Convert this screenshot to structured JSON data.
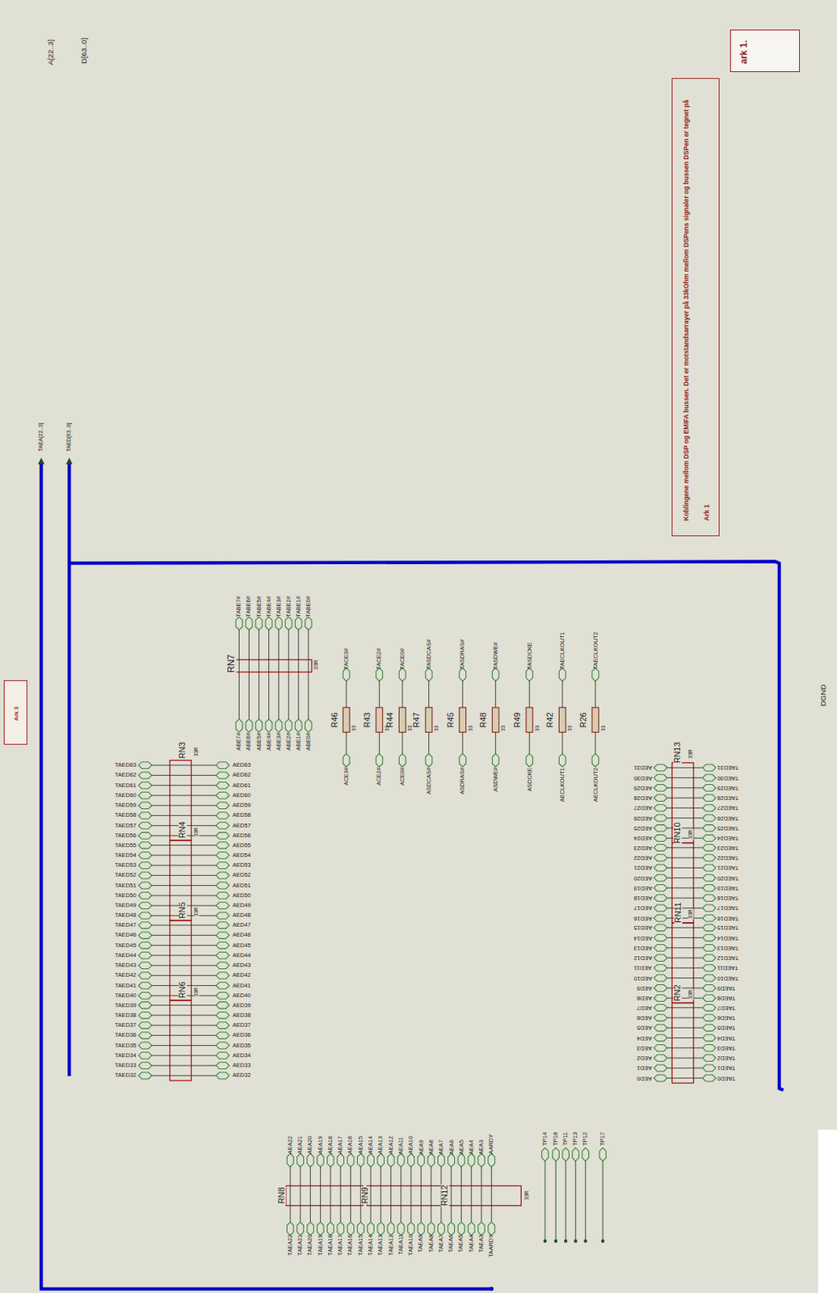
{
  "diagram": {
    "nodes": [
      {
        "text": [
          "ark 1."
        ]
      },
      {
        "text": [
          "Koblingene mellom DSP og EMIFA bussen. Det er motstandsarrayer på 33kOhm mellom DSPens signaler og bussen DSPen er tegnet på Ark 1"
        ]
      },
      {
        "text": [
          "Ark 3"
        ]
      }
    ],
    "labels": [
      "A[22..3]",
      "D[63..0]",
      "TAEA[22..3]",
      "TAED[63..0]",
      "TABE7#",
      "TABE6#",
      "TABE5#",
      "TABE4#",
      "TABE3#",
      "TABE2#",
      "TABE1#",
      "TABE0#",
      "RN7",
      "33R",
      "ABE7#",
      "ABE6#",
      "ABE5#",
      "ABE4#",
      "ABE3#",
      "ABE2#",
      "ABE1#",
      "ABE0#",
      "TACE3#",
      "R46",
      "33",
      "ACE3#",
      "TACE2#",
      "R43",
      "33",
      "ACE2#",
      "TACE0#",
      "R44",
      "33",
      "ACE0#",
      "TASDCAS#",
      "R47",
      "33",
      "ASDCAS#",
      "TASDRAS#",
      "R45",
      "33",
      "ASDRAS#",
      "TASDWE#",
      "R48",
      "33",
      "ASDWE#",
      "TASDCKE",
      "R49",
      "33",
      "ASDCKE",
      "TAECLKOUT1",
      "R42",
      "33",
      "AECLKOUT1",
      "TAECLKOUT2",
      "R26",
      "33",
      "AECLKOUT2",
      "DGND",
      "RN3",
      "33R",
      "TAED63",
      "AED63",
      "TAED62",
      "AED62",
      "TAED61",
      "AED61",
      "TAED60",
      "AED60",
      "TAED59",
      "AED59",
      "TAED58",
      "AED58",
      "TAED57",
      "AED57",
      "TAED56",
      "AED56",
      "RN4",
      "33R",
      "TAED55",
      "AED55",
      "TAED54",
      "AED54",
      "TAED53",
      "AED53",
      "TAED52",
      "AED52",
      "TAED51",
      "AED51",
      "TAED50",
      "AED50",
      "TAED49",
      "AED49",
      "TAED48",
      "AED48",
      "RN5",
      "33R",
      "TAED47",
      "AED47",
      "TAED46",
      "AED46",
      "TAED45",
      "AED45",
      "TAED44",
      "AED44",
      "TAED43",
      "AED43",
      "TAED42",
      "AED42",
      "TAED41",
      "AED41",
      "TAED40",
      "AED40",
      "RN6",
      "33R",
      "TAED39",
      "AED39",
      "TAED38",
      "AED38",
      "TAED37",
      "AED37",
      "TAED36",
      "AED36",
      "TAED35",
      "AED35",
      "TAED34",
      "AED34",
      "TAED33",
      "AED33",
      "TAED32",
      "AED32",
      "RN13",
      "33R",
      "AED31",
      "TAED31",
      "AED30",
      "TAED30",
      "AED29",
      "TAED29",
      "AED28",
      "TAED28",
      "AED27",
      "TAED27",
      "AED26",
      "TAED26",
      "AED25",
      "TAED25",
      "AED24",
      "TAED24",
      "RN10",
      "33R",
      "AED23",
      "TAED23",
      "AED22",
      "TAED22",
      "AED21",
      "TAED21",
      "AED20",
      "TAED20",
      "AED19",
      "TAED19",
      "AED18",
      "TAED18",
      "AED17",
      "TAED17",
      "AED16",
      "TAED16",
      "RN11",
      "33R",
      "AED15",
      "TAED15",
      "AED14",
      "TAED14",
      "AED13",
      "TAED13",
      "AED12",
      "TAED12",
      "AED11",
      "TAED11",
      "AED10",
      "TAED10",
      "AED9",
      "TAED9",
      "AED8",
      "TAED8",
      "RN2",
      "33R",
      "AED7",
      "TAED7",
      "AED6",
      "TAED6",
      "AED5",
      "TAED5",
      "AED4",
      "TAED4",
      "AED3",
      "TAED3",
      "AED2",
      "TAED2",
      "AED1",
      "TAED1",
      "AED0",
      "TAED0",
      "AEA22",
      "AEA21",
      "AEA20",
      "AEA19",
      "AEA18",
      "AEA17",
      "AEA16",
      "AEA15",
      "AEA14",
      "AEA13",
      "AEA12",
      "AEA11",
      "AEA10",
      "AEA9",
      "AEA8",
      "AEA7",
      "AEA6",
      "AEA5",
      "AEA4",
      "AEA3",
      "AARDY",
      "RN8",
      "RN9",
      "RN12",
      "33R",
      "TAEA22",
      "TAEA21",
      "TAEA20",
      "TAEA19",
      "TAEA18",
      "TAEA17",
      "TAEA16",
      "TAEA15",
      "TAEA14",
      "TAEA13",
      "TAEA12",
      "TAEA11",
      "TAEA10",
      "TAEA9",
      "TAEA8",
      "TAEA7",
      "TAEA6",
      "TAEA5",
      "TAEA4",
      "TAEA3",
      "TAARDY",
      "TP14",
      "TP18",
      "TP11",
      "TP13",
      "TP12",
      "TP17"
    ]
  }
}
